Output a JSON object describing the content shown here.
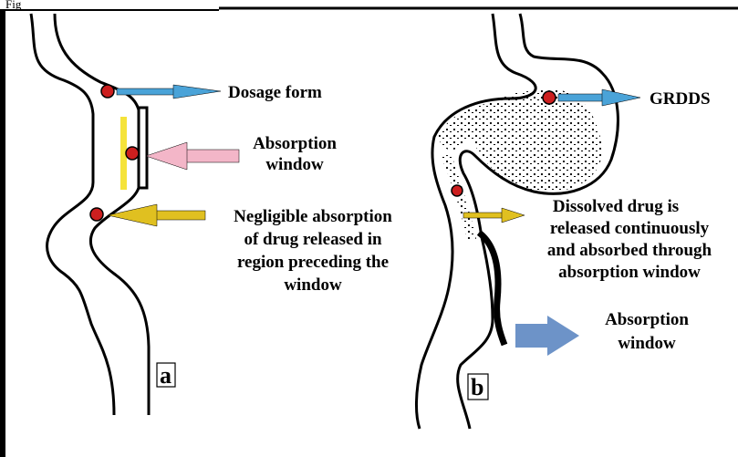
{
  "caption_fragment": "Fig",
  "panel_a": {
    "label": "a",
    "dosage_form": "Dosage form",
    "absorption_window": [
      "Absorption",
      "window"
    ],
    "negligible": [
      "Negligible absorption",
      "of drug released in",
      "region preceding the",
      "window"
    ]
  },
  "panel_b": {
    "label": "b",
    "grdds": "GRDDS",
    "dissolved": [
      "Dissolved drug is",
      "released continuously",
      "and absorbed through",
      "absorption window"
    ],
    "absorption_window": [
      "Absorption",
      "window"
    ]
  },
  "colors": {
    "blue_arrow": "#4aa3d8",
    "pink_arrow": "#f3b6c8",
    "yellow_arrow": "#e0c020",
    "yellow_band": "#f5e33a",
    "big_arrow": "#6d93c8",
    "red_dot": "#cc1f1f"
  }
}
